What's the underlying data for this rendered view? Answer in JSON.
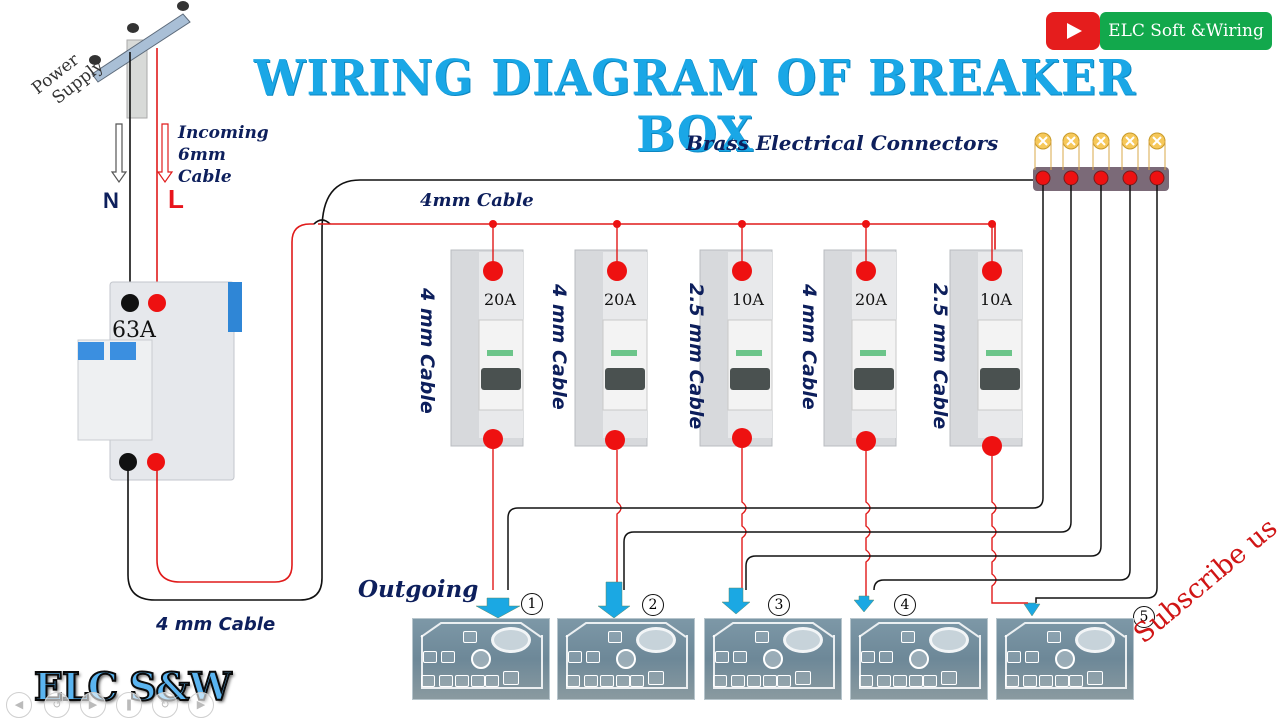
{
  "title": "WIRING DIAGRAM OF BREAKER BOX",
  "channel": {
    "youtube_icon": "youtube-play-icon",
    "name": "ELC Soft &Wiring",
    "logo_text": "ELC S&W",
    "subscribe_text": "Subscribe us"
  },
  "supply": {
    "pole_label_line1": "Power",
    "pole_label_line2": "Supply",
    "incoming_line1": "Incoming",
    "incoming_line2": "6mm",
    "incoming_line3": "Cable",
    "neutral_label": "N",
    "live_label": "L"
  },
  "main_breaker": {
    "rating": "63A",
    "colors": {
      "neutral": "#111111",
      "live": "#ee1111"
    }
  },
  "labels": {
    "brass_connectors": "Brass Electrical Connectors",
    "top_cable": "4mm Cable",
    "bottom_cable": "4 mm Cable",
    "outgoing": "Outgoing"
  },
  "breakers": [
    {
      "rating": "20A",
      "cable": "4 mm Cable",
      "circuit": "1"
    },
    {
      "rating": "20A",
      "cable": "4 mm Cable",
      "circuit": "2"
    },
    {
      "rating": "10A",
      "cable": "2.5 mm Cable",
      "circuit": "3"
    },
    {
      "rating": "20A",
      "cable": "4 mm Cable",
      "circuit": "4"
    },
    {
      "rating": "10A",
      "cable": "2.5 mm Cable",
      "circuit": "5"
    }
  ],
  "connector_count": 5,
  "colors": {
    "title": "#1aa7e6",
    "live_wire": "#e01a1a",
    "neutral_wire": "#111111",
    "arrow": "#1ba8e3",
    "terminal": "#ee1111",
    "label_navy": "#0d1f5c",
    "youtube_red": "#e51d1d",
    "brand_green": "#12a84c"
  },
  "video_controls": [
    "prev-icon",
    "rewind-icon",
    "play-icon",
    "pause-icon",
    "forward-icon",
    "next-icon"
  ]
}
